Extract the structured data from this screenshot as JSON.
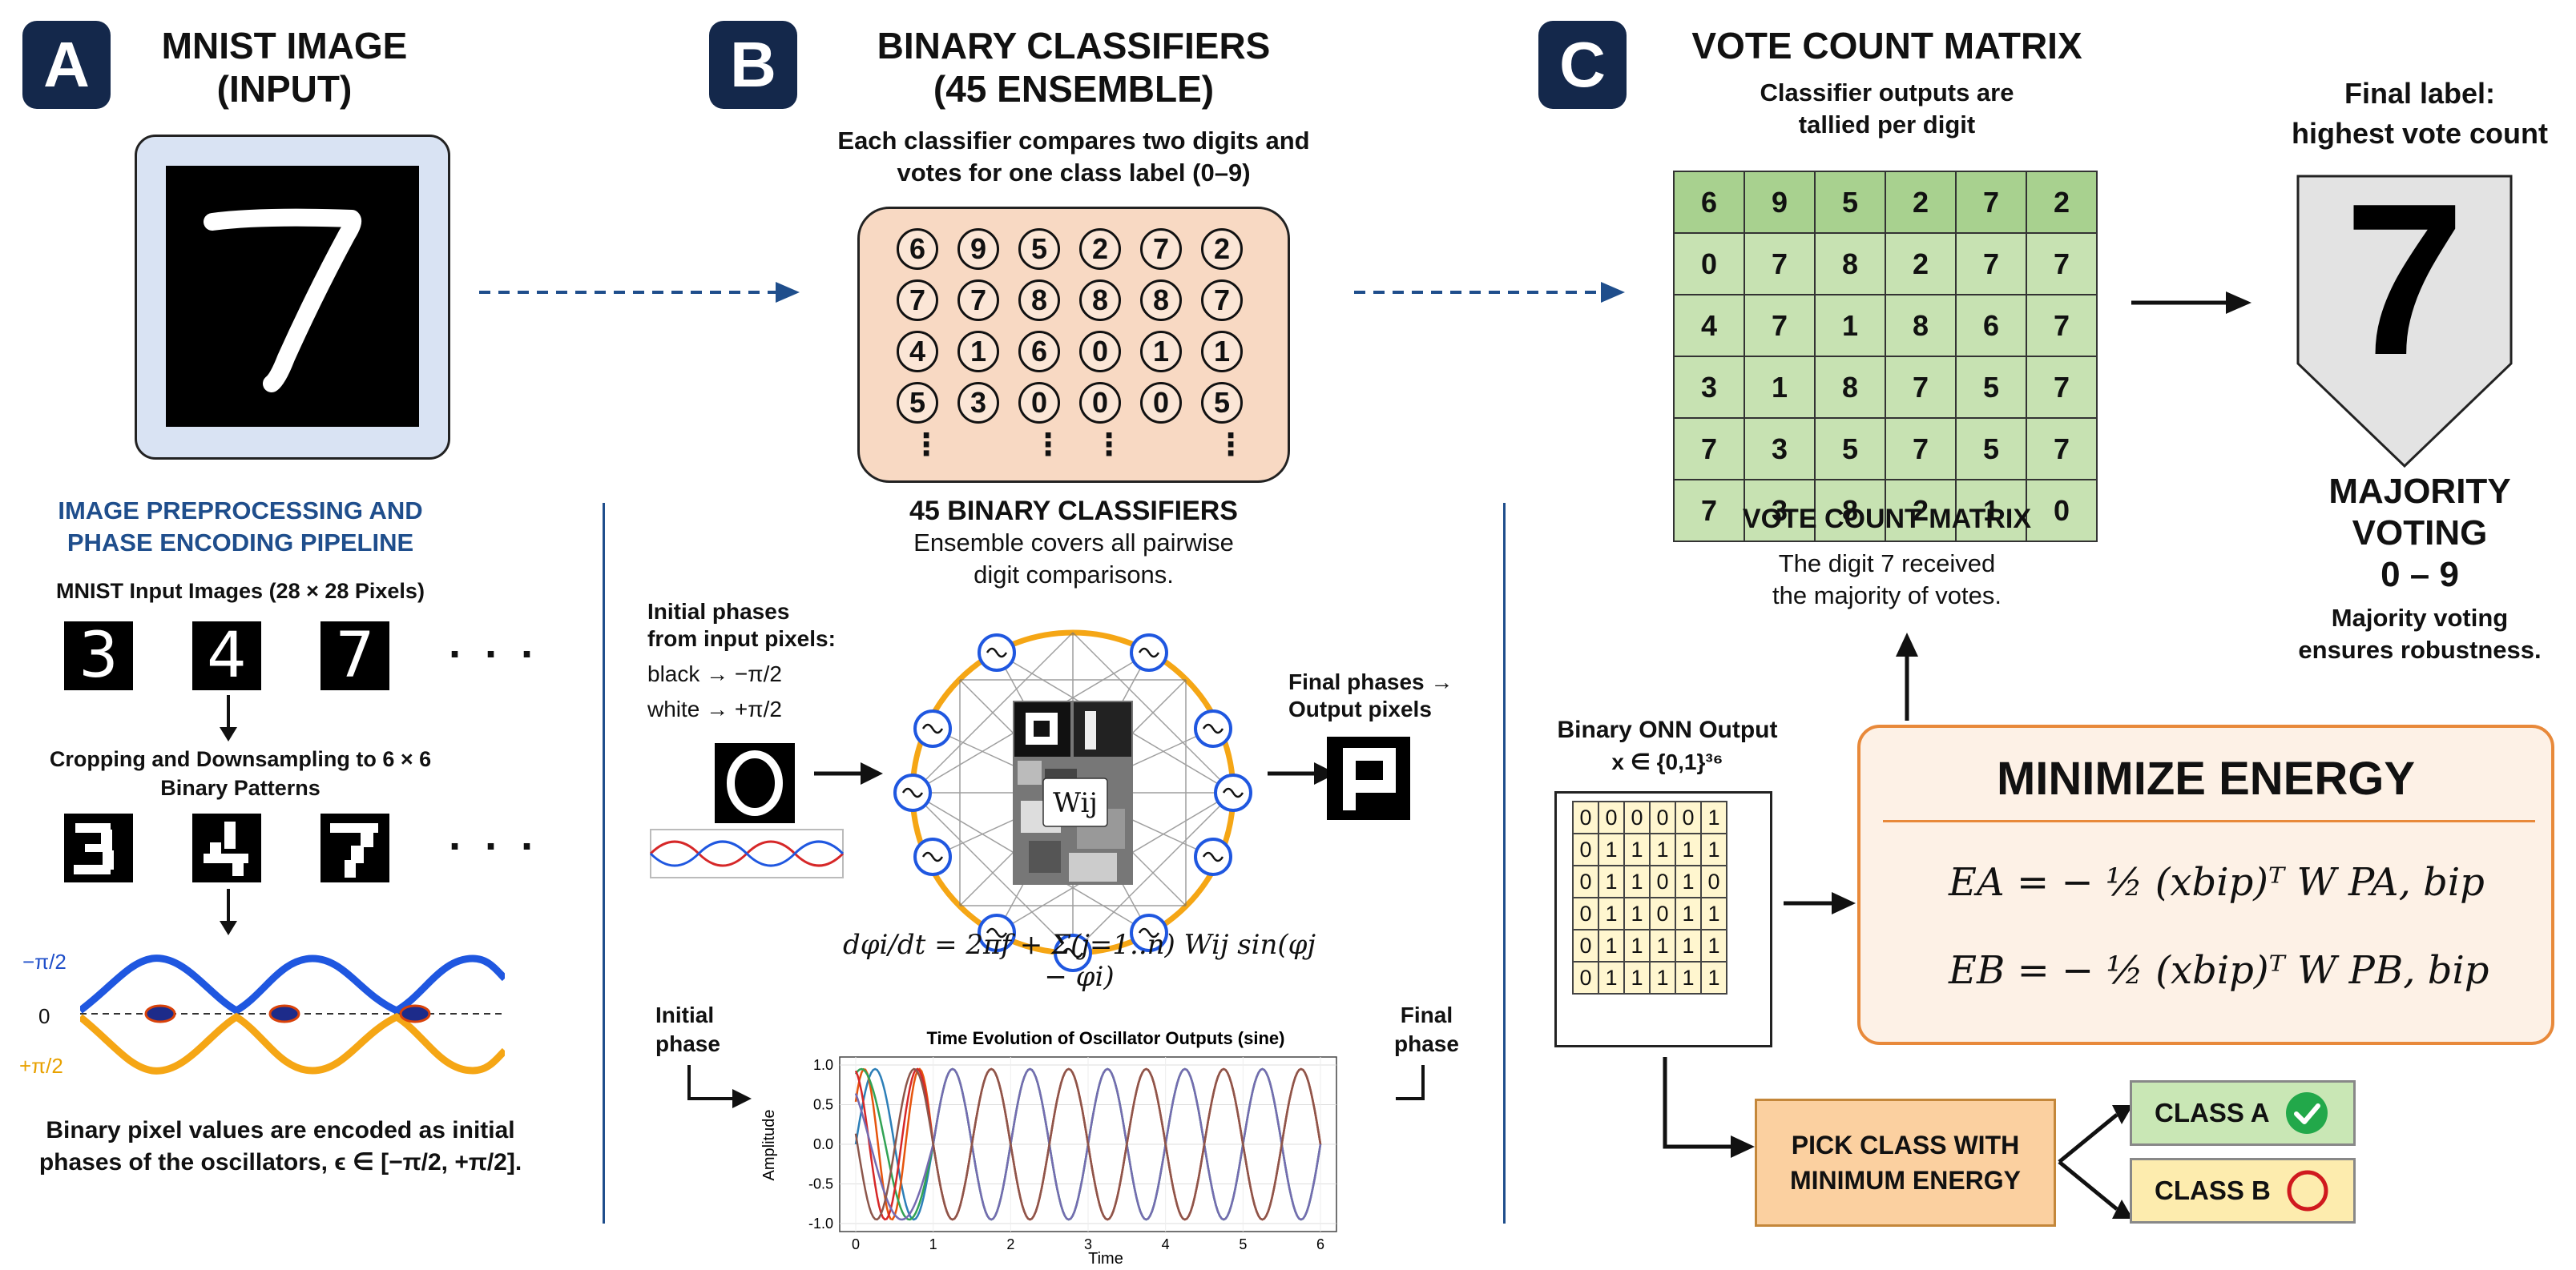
{
  "panelA": {
    "badge": "A",
    "title_line1": "MNIST IMAGE",
    "title_line2": "(INPUT)",
    "digit": "7",
    "pipeline_line1": "IMAGE PREPROCESSING AND",
    "pipeline_line2": "PHASE ENCODING PIPELINE",
    "inputs_label": "MNIST Input Images (28 × 28 Pixels)",
    "digits": [
      "3",
      "4",
      "7"
    ],
    "ellipsis": "· · ·",
    "crop_line1": "Cropping and Downsampling to 6 × 6",
    "crop_line2": "Binary Patterns",
    "phase_neg": "−π/2",
    "phase_zero": "0",
    "phase_pos": "+π/2",
    "caption_line1": "Binary pixel values are encoded as initial",
    "caption_line2": "phases of the oscillators, ϵ ∈ [−π/2, +π/2]."
  },
  "panelB": {
    "badge": "B",
    "title_line1": "BINARY CLASSIFIERS",
    "title_line2": "(45 ENSEMBLE)",
    "desc_line1": "Each classifier compares two digits and",
    "desc_line2": "votes for one class label (0–9)",
    "grid": [
      [
        "6",
        "9",
        "5",
        "2",
        "7",
        "2"
      ],
      [
        "7",
        "7",
        "8",
        "8",
        "8",
        "7"
      ],
      [
        "4",
        "1",
        "6",
        "0",
        "1",
        "1"
      ],
      [
        "5",
        "3",
        "0",
        "0",
        "0",
        "5"
      ]
    ],
    "vdots": "⋮",
    "classifiers_title": "45 BINARY CLASSIFIERS",
    "classifiers_line1": "Ensemble covers all pairwise",
    "classifiers_line2": "digit comparisons.",
    "initial_phases_title_1": "Initial phases",
    "initial_phases_title_2": "from input pixels:",
    "black_map": "black  → −π/2",
    "white_map": "white  → +π/2",
    "final_phases_1": "Final phases →",
    "final_phases_2": "Output pixels",
    "weight_label": "Wij",
    "equation": "dφi/dt = 2πf + Σ(j=1..n) Wij sin(φj − φi)",
    "initial_phase_1": "Initial",
    "initial_phase_2": "phase",
    "final_phase_1": "Final",
    "final_phase_2": "phase"
  },
  "panelC": {
    "badge": "C",
    "title": "VOTE COUNT MATRIX",
    "desc_line1": "Classifier outputs are",
    "desc_line2": "tallied per digit",
    "matrix": [
      [
        "6",
        "9",
        "5",
        "2",
        "7",
        "2"
      ],
      [
        "0",
        "7",
        "8",
        "2",
        "7",
        "7"
      ],
      [
        "4",
        "7",
        "1",
        "8",
        "6",
        "7"
      ],
      [
        "3",
        "1",
        "8",
        "7",
        "5",
        "7"
      ],
      [
        "7",
        "3",
        "5",
        "7",
        "5",
        "7"
      ],
      [
        "7",
        "3",
        "8",
        "2",
        "1",
        "0"
      ]
    ],
    "matrix_caption_title": "VOTE COUNT MATRIX",
    "matrix_caption_line1": "The digit 7 received",
    "matrix_caption_line2": "the majority of votes.",
    "final_label_1": "Final label:",
    "final_label_2": "highest vote count",
    "final_digit": "7",
    "majority_1": "MAJORITY",
    "majority_2": "VOTING",
    "majority_3": "0 – 9",
    "majority_desc_1": "Majority voting",
    "majority_desc_2": "ensures robustness.",
    "onn_title": "Binary ONN Output",
    "onn_domain": "x ∈ {0,1}³⁶",
    "onn_matrix": [
      [
        "0",
        "0",
        "0",
        "0",
        "0",
        "1"
      ],
      [
        "0",
        "1",
        "1",
        "1",
        "1",
        "1"
      ],
      [
        "0",
        "1",
        "1",
        "0",
        "1",
        "0"
      ],
      [
        "0",
        "1",
        "1",
        "0",
        "1",
        "1"
      ],
      [
        "0",
        "1",
        "1",
        "1",
        "1",
        "1"
      ],
      [
        "0",
        "1",
        "1",
        "1",
        "1",
        "1"
      ]
    ],
    "energy_title": "MINIMIZE ENERGY",
    "energy_eq_a": "EA = − ½ (xbip)ᵀ W PA, bip",
    "energy_eq_b": "EB = − ½ (xbip)ᵀ W PB, bip",
    "pick_line1": "PICK CLASS WITH",
    "pick_line2": "MINIMUM ENERGY",
    "class_a": "CLASS A",
    "class_b": "CLASS B"
  },
  "chart_data": {
    "type": "line",
    "title": "Time Evolution of Oscillator Outputs (sine)",
    "xlabel": "Time",
    "ylabel": "Amplitude",
    "xlim": [
      0,
      6
    ],
    "ylim": [
      -1.0,
      1.0
    ],
    "xticks": [
      "0",
      "1",
      "2",
      "3",
      "4",
      "5",
      "6"
    ],
    "yticks": [
      "1.0",
      "0.5",
      "0.0",
      "-0.5",
      "-1.0"
    ],
    "grid": true,
    "series": [
      {
        "color": "#2c7fb8",
        "phase": 0.0
      },
      {
        "color": "#e6550d",
        "phase": 0.6
      },
      {
        "color": "#31a354",
        "phase": 1.2
      },
      {
        "color": "#d62728",
        "phase": 1.8
      },
      {
        "color": "#756bb1",
        "phase": 2.4
      },
      {
        "color": "#8c564b",
        "phase": 3.0
      }
    ],
    "frequency": 1.0
  },
  "colors": {
    "badge": "#14284b",
    "accent_blue": "#1f4e8c",
    "vote_green": "#c7e2b2",
    "energy_orange": "#e8893a",
    "class_a_green": "#c9e7b5",
    "class_b_yellow": "#fdecae"
  }
}
